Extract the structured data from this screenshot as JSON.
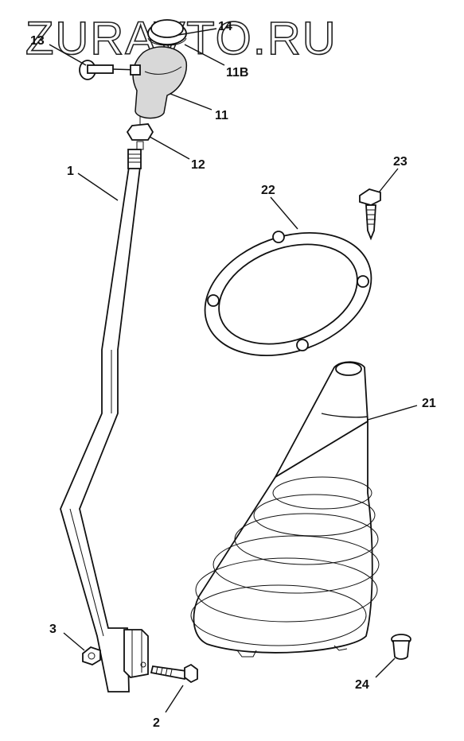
{
  "watermark": "ZURAVTO.RU",
  "labels": {
    "1": "1",
    "2": "2",
    "3": "3",
    "11": "11",
    "11B": "11B",
    "12": "12",
    "13": "13",
    "14": "14",
    "21": "21",
    "22": "22",
    "23": "23",
    "24": "24"
  }
}
